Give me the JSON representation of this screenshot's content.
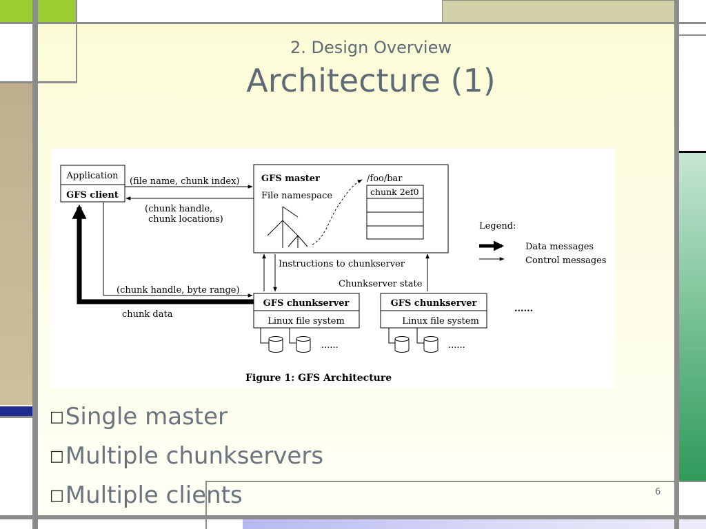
{
  "slide": {
    "section_title": "2. Design Overview",
    "title": "Architecture (1)",
    "page_number": "6"
  },
  "bullets": [
    {
      "marker": "□",
      "text": "Single master"
    },
    {
      "marker": "□",
      "text": "Multiple chunkservers"
    },
    {
      "marker": "□",
      "text": "Multiple clients"
    }
  ],
  "diagram": {
    "application_label": "Application",
    "gfs_client_label": "GFS client",
    "request_label": "(file name, chunk index)",
    "reply_label_line1": "(chunk handle,",
    "reply_label_line2": "chunk locations)",
    "master_title": "GFS master",
    "namespace_label": "File namespace",
    "path_label": "/foo/bar",
    "chunk_label": "chunk 2ef0",
    "legend_title": "Legend:",
    "legend_data": "Data messages",
    "legend_control": "Control messages",
    "instructions_label": "Instructions to chunkserver",
    "state_label": "Chunkserver state",
    "byte_range_label": "(chunk handle, byte range)",
    "chunk_data_label": "chunk data",
    "chunkserver_title": "GFS chunkserver",
    "linux_fs_label": "Linux file system",
    "ellipsis": "......",
    "caption": "Figure 1:  GFS Architecture"
  },
  "colors": {
    "lime": "#9acd32",
    "lime_light": "#d4e86a",
    "olive_light": "#d2d1a8",
    "tan": "#c3b291",
    "navy": "#1f2b8f",
    "green_dark": "#2f9a5a",
    "frame_gray": "#8c8c8c"
  }
}
